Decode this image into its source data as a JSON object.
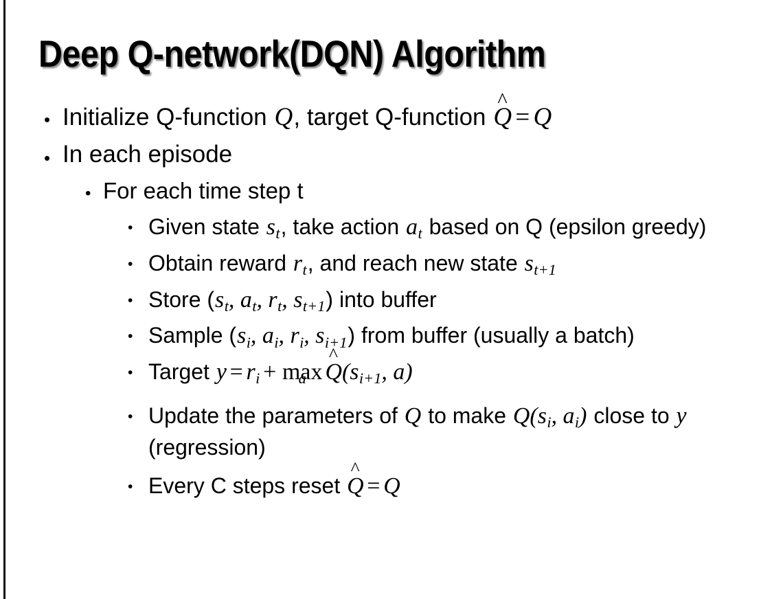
{
  "slide": {
    "title": "Deep Q-network(DQN) Algorithm",
    "background_color": "#ffffff",
    "text_color": "#000000",
    "accent_rule_color": "#0d0d0d",
    "bullet_glyph": "•"
  },
  "content": {
    "l1_initialize": {
      "text_a": "Initialize Q-function ",
      "var_q1": "Q",
      "text_b": ", target Q-function ",
      "var_qhat": "Q",
      "hat": "^",
      "eq": "=",
      "var_q2": "Q"
    },
    "l1_in_each_episode": "In each episode",
    "l2_for_each_time_step": "For each time step t",
    "l3_given_state": {
      "text_a": "Given state ",
      "var_s": "s",
      "sub_s": "t",
      "text_b": ", take action ",
      "var_a": "a",
      "sub_a": "t",
      "text_c": " based on Q (epsilon greedy)"
    },
    "l3_obtain_reward": {
      "text_a": "Obtain reward ",
      "var_r": "r",
      "sub_r": "t",
      "text_b": ", and reach new state ",
      "var_s": "s",
      "sub_s": "t+1"
    },
    "l3_store": {
      "text_a": "Store (",
      "var_s": "s",
      "sub_s": "t",
      "sep1": ", ",
      "var_a": "a",
      "sub_a": "t",
      "sep2": ", ",
      "var_r": "r",
      "sub_r": "t",
      "sep3": ", ",
      "var_s2": "s",
      "sub_s2": "t+1",
      "text_b": ") into buffer"
    },
    "l3_sample": {
      "text_a": "Sample (",
      "var_s": "s",
      "sub_s": "i",
      "sep1": ", ",
      "var_a": "a",
      "sub_a": "i",
      "sep2": ", ",
      "var_r": "r",
      "sub_r": "i",
      "sep3": ", ",
      "var_s2": "s",
      "sub_s2": "i+1",
      "text_b": ") from buffer (usually a batch)"
    },
    "l3_target": {
      "text_a": "Target ",
      "var_y": "y",
      "eq": "=",
      "var_r": "r",
      "sub_r": "i",
      "plus": "+",
      "max": "max",
      "max_sub": "a",
      "var_qhat": "Q",
      "hat": "^",
      "paren_open": "(",
      "var_s": "s",
      "sub_s": "i+1",
      "sep": ", ",
      "var_a": "a",
      "paren_close": ")"
    },
    "l3_update": {
      "text_a": "Update the parameters of ",
      "var_q1": "Q",
      "text_b": " to make ",
      "var_q2": "Q",
      "paren_open": "(",
      "var_s": "s",
      "sub_s": "i",
      "sep": ", ",
      "var_a": "a",
      "sub_a": "i",
      "paren_close": ")",
      "text_c": " close to ",
      "var_y": "y",
      "text_d": " (regression)"
    },
    "l3_every_c_steps": {
      "text_a": "Every C steps reset ",
      "var_qhat": "Q",
      "hat": "^",
      "eq": "=",
      "var_q": "Q"
    }
  }
}
